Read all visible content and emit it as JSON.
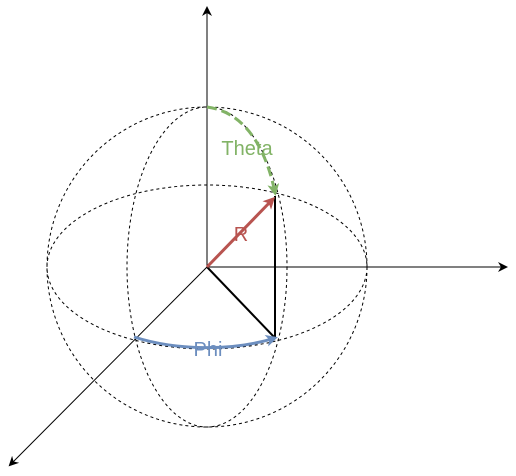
{
  "labels": {
    "theta": "Theta",
    "r": "R",
    "phi": "Phi"
  },
  "colors": {
    "theta": "#82b366",
    "r": "#b85450",
    "phi": "#6c8ebf",
    "axis": "#000000"
  }
}
